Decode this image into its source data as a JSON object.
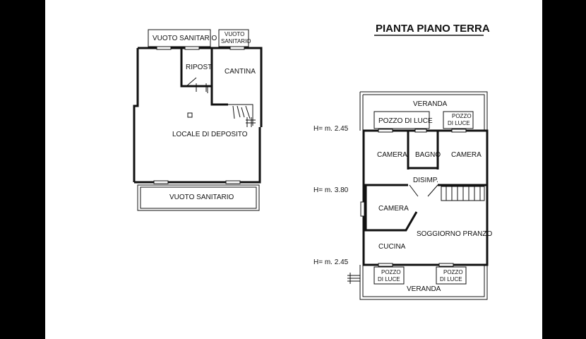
{
  "title": "PIANTA PIANO TERRA",
  "left_plan": {
    "vuoto_sanitario_top": "VUOTO SANITARIO",
    "vuoto_sanitario_small_line1": "VUOTO",
    "vuoto_sanitario_small_line2": "SANITARIO",
    "ripost": "RIPOST.",
    "cantina": "CANTINA",
    "locale_deposito": "LOCALE DI DEPOSITO",
    "vuoto_sanitario_bottom": "VUOTO SANITARIO"
  },
  "right_plan": {
    "veranda_top": "VERANDA",
    "pozzo_luce_top": "POZZO DI LUCE",
    "pozzo_luce_small_line1": "POZZO",
    "pozzo_luce_small_line2": "DI LUCE",
    "camera_1": "CAMERA",
    "bagno": "BAGNO",
    "camera_2": "CAMERA",
    "disimp": "DISIMP.",
    "camera_3": "CAMERA",
    "soggiorno": "SOGGIORNO PRANZO",
    "cucina": "CUCINA",
    "pozzo_bottom_left_line1": "POZZO",
    "pozzo_bottom_left_line2": "DI LUCE",
    "pozzo_bottom_right_line1": "POZZO",
    "pozzo_bottom_right_line2": "DI LUCE",
    "veranda_bottom": "VERANDA"
  },
  "heights": {
    "h1": "H= m. 2.45",
    "h2": "H= m. 3.80",
    "h3": "H= m. 2.45"
  }
}
